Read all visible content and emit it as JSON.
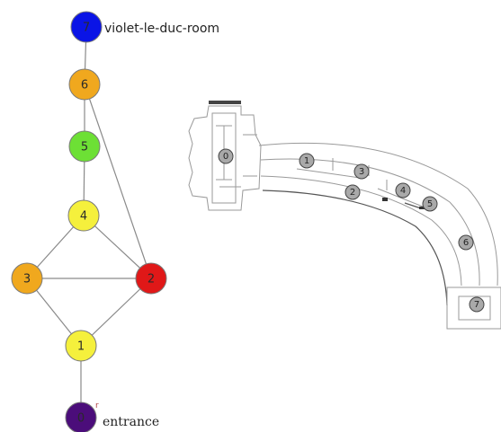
{
  "graph": {
    "nodes": [
      {
        "id": "0",
        "label": "0",
        "color": "#4b0d7a"
      },
      {
        "id": "1",
        "label": "1",
        "color": "#f5f03c"
      },
      {
        "id": "2",
        "label": "2",
        "color": "#e01818"
      },
      {
        "id": "3",
        "label": "3",
        "color": "#f0a81e"
      },
      {
        "id": "4",
        "label": "4",
        "color": "#f5f03c"
      },
      {
        "id": "5",
        "label": "5",
        "color": "#6de035"
      },
      {
        "id": "6",
        "label": "6",
        "color": "#f0a81e"
      },
      {
        "id": "7",
        "label": "7",
        "color": "#0a14e6"
      }
    ],
    "edges": [
      [
        "0",
        "1"
      ],
      [
        "1",
        "3"
      ],
      [
        "1",
        "2"
      ],
      [
        "3",
        "2"
      ],
      [
        "3",
        "4"
      ],
      [
        "4",
        "2"
      ],
      [
        "4",
        "5"
      ],
      [
        "5",
        "6"
      ],
      [
        "6",
        "2"
      ],
      [
        "6",
        "7"
      ]
    ],
    "top_label": "violet-le-duc-room",
    "bottom_label": "entrance",
    "small_mark": "r"
  },
  "floorplan": {
    "markers": [
      {
        "label": "0",
        "highlight": true
      },
      {
        "label": "1"
      },
      {
        "label": "2"
      },
      {
        "label": "3"
      },
      {
        "label": "4"
      },
      {
        "label": "5"
      },
      {
        "label": "6"
      },
      {
        "label": "7"
      }
    ],
    "highlight_color": "#e02020"
  }
}
